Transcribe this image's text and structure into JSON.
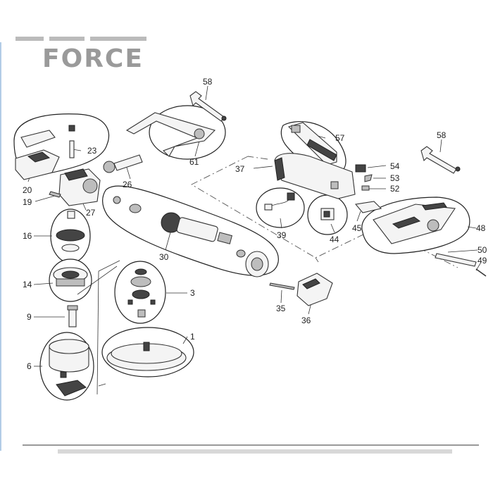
{
  "brand": {
    "text": "FORCE"
  },
  "callouts": [
    {
      "id": "58",
      "text": "58"
    },
    {
      "id": "61",
      "text": "61"
    },
    {
      "id": "57",
      "text": "57"
    },
    {
      "id": "58b",
      "text": "58"
    },
    {
      "id": "23",
      "text": "23"
    },
    {
      "id": "37",
      "text": "37"
    },
    {
      "id": "54",
      "text": "54"
    },
    {
      "id": "53",
      "text": "53"
    },
    {
      "id": "52",
      "text": "52"
    },
    {
      "id": "20",
      "text": "20"
    },
    {
      "id": "26",
      "text": "26"
    },
    {
      "id": "19",
      "text": "19"
    },
    {
      "id": "27",
      "text": "27"
    },
    {
      "id": "16",
      "text": "16"
    },
    {
      "id": "39",
      "text": "39"
    },
    {
      "id": "45",
      "text": "45"
    },
    {
      "id": "44",
      "text": "44"
    },
    {
      "id": "48",
      "text": "48"
    },
    {
      "id": "30",
      "text": "30"
    },
    {
      "id": "50",
      "text": "50"
    },
    {
      "id": "49",
      "text": "49"
    },
    {
      "id": "14",
      "text": "14"
    },
    {
      "id": "3",
      "text": "3"
    },
    {
      "id": "9",
      "text": "9"
    },
    {
      "id": "35",
      "text": "35"
    },
    {
      "id": "36",
      "text": "36"
    },
    {
      "id": "1",
      "text": "1"
    },
    {
      "id": "6",
      "text": "6"
    }
  ]
}
